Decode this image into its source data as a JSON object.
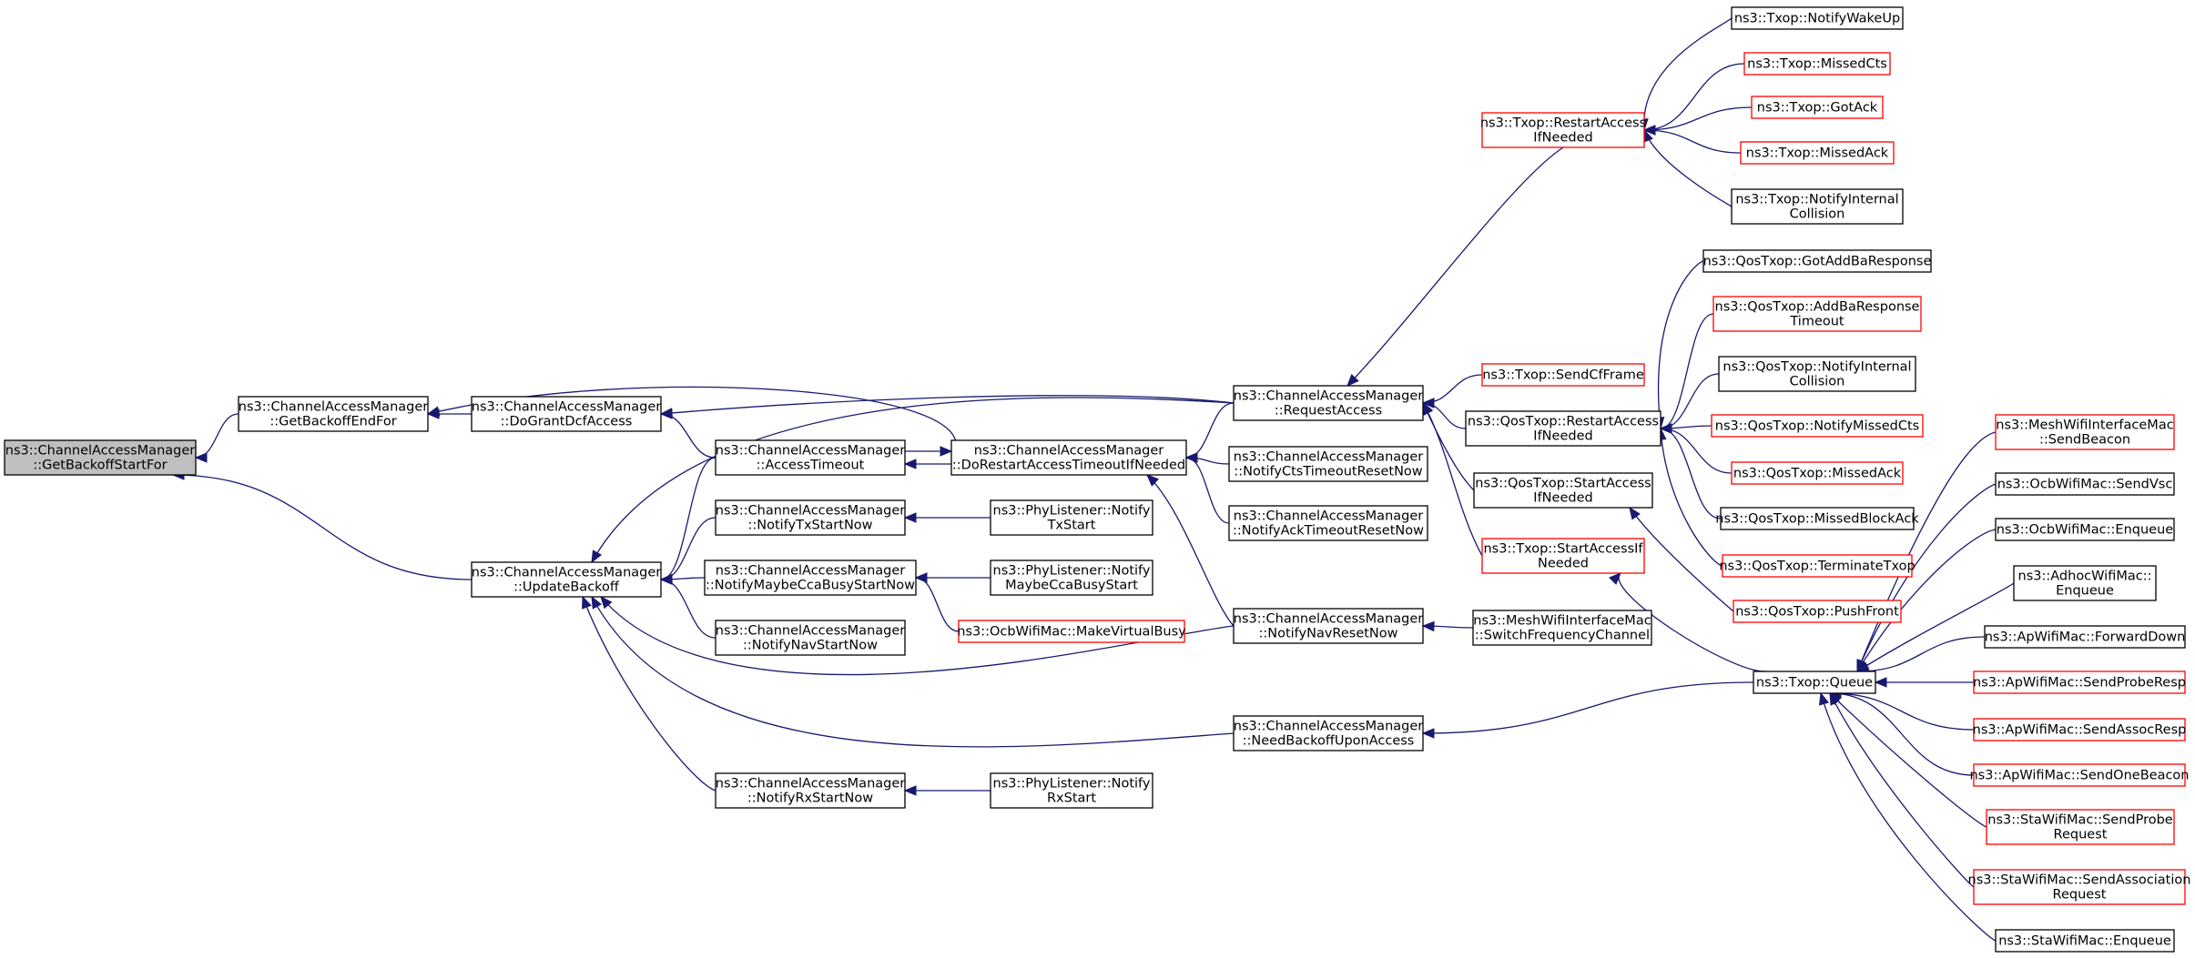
{
  "nodes": [
    {
      "id": "gbsf",
      "lines": [
        "ns3::ChannelAccessManager",
        "::GetBackoffStartFor"
      ],
      "style": "root"
    },
    {
      "id": "gbef",
      "lines": [
        "ns3::ChannelAccessManager",
        "::GetBackoffEndFor"
      ],
      "style": "normal"
    },
    {
      "id": "dgdcf",
      "lines": [
        "ns3::ChannelAccessManager",
        "::DoGrantDcfAccess"
      ],
      "style": "normal"
    },
    {
      "id": "ub",
      "lines": [
        "ns3::ChannelAccessManager",
        "::UpdateBackoff"
      ],
      "style": "normal"
    },
    {
      "id": "at",
      "lines": [
        "ns3::ChannelAccessManager",
        "::AccessTimeout"
      ],
      "style": "normal"
    },
    {
      "id": "ntx",
      "lines": [
        "ns3::ChannelAccessManager",
        "::NotifyTxStartNow"
      ],
      "style": "normal"
    },
    {
      "id": "ncca",
      "lines": [
        "ns3::ChannelAccessManager",
        "::NotifyMaybeCcaBusyStartNow"
      ],
      "style": "normal"
    },
    {
      "id": "nnav",
      "lines": [
        "ns3::ChannelAccessManager",
        "::NotifyNavStartNow"
      ],
      "style": "normal"
    },
    {
      "id": "nrx",
      "lines": [
        "ns3::ChannelAccessManager",
        "::NotifyRxStartNow"
      ],
      "style": "normal"
    },
    {
      "id": "dra",
      "lines": [
        "ns3::ChannelAccessManager",
        "::DoRestartAccessTimeoutIfNeeded"
      ],
      "style": "normal"
    },
    {
      "id": "pltx",
      "lines": [
        "ns3::PhyListener::Notify",
        "TxStart"
      ],
      "style": "normal"
    },
    {
      "id": "plcca",
      "lines": [
        "ns3::PhyListener::Notify",
        "MaybeCcaBusyStart"
      ],
      "style": "normal"
    },
    {
      "id": "ocbmvb",
      "lines": [
        "ns3::OcbWifiMac::MakeVirtualBusy"
      ],
      "style": "red"
    },
    {
      "id": "plrx",
      "lines": [
        "ns3::PhyListener::Notify",
        "RxStart"
      ],
      "style": "normal"
    },
    {
      "id": "ra",
      "lines": [
        "ns3::ChannelAccessManager",
        "::RequestAccess"
      ],
      "style": "normal"
    },
    {
      "id": "ncts",
      "lines": [
        "ns3::ChannelAccessManager",
        "::NotifyCtsTimeoutResetNow"
      ],
      "style": "normal"
    },
    {
      "id": "nack",
      "lines": [
        "ns3::ChannelAccessManager",
        "::NotifyAckTimeoutResetNow"
      ],
      "style": "normal"
    },
    {
      "id": "nnavr",
      "lines": [
        "ns3::ChannelAccessManager",
        "::NotifyNavResetNow"
      ],
      "style": "normal"
    },
    {
      "id": "nbua",
      "lines": [
        "ns3::ChannelAccessManager",
        "::NeedBackoffUponAccess"
      ],
      "style": "normal"
    },
    {
      "id": "tra",
      "lines": [
        "ns3::Txop::RestartAccess",
        "IfNeeded"
      ],
      "style": "red"
    },
    {
      "id": "tscf",
      "lines": [
        "ns3::Txop::SendCfFrame"
      ],
      "style": "red"
    },
    {
      "id": "qra",
      "lines": [
        "ns3::QosTxop::RestartAccess",
        "IfNeeded"
      ],
      "style": "normal"
    },
    {
      "id": "qsa",
      "lines": [
        "ns3::QosTxop::StartAccess",
        "IfNeeded"
      ],
      "style": "normal"
    },
    {
      "id": "tsa",
      "lines": [
        "ns3::Txop::StartAccessIf",
        "Needed"
      ],
      "style": "red"
    },
    {
      "id": "mwsfc",
      "lines": [
        "ns3::MeshWifiInterfaceMac",
        "::SwitchFrequencyChannel"
      ],
      "style": "normal"
    },
    {
      "id": "tq",
      "lines": [
        "ns3::Txop::Queue"
      ],
      "style": "normal"
    },
    {
      "id": "tnwu",
      "lines": [
        "ns3::Txop::NotifyWakeUp"
      ],
      "style": "normal"
    },
    {
      "id": "tmcts",
      "lines": [
        "ns3::Txop::MissedCts"
      ],
      "style": "red"
    },
    {
      "id": "tga",
      "lines": [
        "ns3::Txop::GotAck"
      ],
      "style": "red"
    },
    {
      "id": "tma",
      "lines": [
        "ns3::Txop::MissedAck"
      ],
      "style": "red"
    },
    {
      "id": "tnic",
      "lines": [
        "ns3::Txop::NotifyInternal",
        "Collision"
      ],
      "style": "normal"
    },
    {
      "id": "qgab",
      "lines": [
        "ns3::QosTxop::GotAddBaResponse"
      ],
      "style": "normal"
    },
    {
      "id": "qabt",
      "lines": [
        "ns3::QosTxop::AddBaResponse",
        "Timeout"
      ],
      "style": "red"
    },
    {
      "id": "qnic",
      "lines": [
        "ns3::QosTxop::NotifyInternal",
        "Collision"
      ],
      "style": "normal"
    },
    {
      "id": "qnmc",
      "lines": [
        "ns3::QosTxop::NotifyMissedCts"
      ],
      "style": "red"
    },
    {
      "id": "qma",
      "lines": [
        "ns3::QosTxop::MissedAck"
      ],
      "style": "red"
    },
    {
      "id": "qmba",
      "lines": [
        "ns3::QosTxop::MissedBlockAck"
      ],
      "style": "normal"
    },
    {
      "id": "qtt",
      "lines": [
        "ns3::QosTxop::TerminateTxop"
      ],
      "style": "red"
    },
    {
      "id": "qpf",
      "lines": [
        "ns3::QosTxop::PushFront"
      ],
      "style": "red"
    },
    {
      "id": "mwsb",
      "lines": [
        "ns3::MeshWifiInterfaceMac",
        "::SendBeacon"
      ],
      "style": "red"
    },
    {
      "id": "ocbsv",
      "lines": [
        "ns3::OcbWifiMac::SendVsc"
      ],
      "style": "normal"
    },
    {
      "id": "ocbe",
      "lines": [
        "ns3::OcbWifiMac::Enqueue"
      ],
      "style": "normal"
    },
    {
      "id": "ahe",
      "lines": [
        "ns3::AdhocWifiMac::",
        "Enqueue"
      ],
      "style": "normal"
    },
    {
      "id": "apfd",
      "lines": [
        "ns3::ApWifiMac::ForwardDown"
      ],
      "style": "normal"
    },
    {
      "id": "apspr",
      "lines": [
        "ns3::ApWifiMac::SendProbeResp"
      ],
      "style": "red"
    },
    {
      "id": "apsar",
      "lines": [
        "ns3::ApWifiMac::SendAssocResp"
      ],
      "style": "red"
    },
    {
      "id": "apsob",
      "lines": [
        "ns3::ApWifiMac::SendOneBeacon"
      ],
      "style": "red"
    },
    {
      "id": "staspr",
      "lines": [
        "ns3::StaWifiMac::SendProbe",
        "Request"
      ],
      "style": "red"
    },
    {
      "id": "stasar",
      "lines": [
        "ns3::StaWifiMac::SendAssociation",
        "Request"
      ],
      "style": "red"
    },
    {
      "id": "stae",
      "lines": [
        "ns3::StaWifiMac::Enqueue"
      ],
      "style": "normal"
    }
  ],
  "edges": [
    [
      "gbef",
      "gbsf"
    ],
    [
      "ub",
      "gbsf"
    ],
    [
      "dgdcf",
      "gbef"
    ],
    [
      "dra",
      "gbef"
    ],
    [
      "ra",
      "dgdcf"
    ],
    [
      "at",
      "dgdcf"
    ],
    [
      "ra",
      "ub"
    ],
    [
      "at",
      "ub"
    ],
    [
      "ntx",
      "ub"
    ],
    [
      "ncca",
      "ub"
    ],
    [
      "nnav",
      "ub"
    ],
    [
      "nrx",
      "ub"
    ],
    [
      "nnavr",
      "ub"
    ],
    [
      "nbua",
      "ub"
    ],
    [
      "dra",
      "at"
    ],
    [
      "at",
      "dra"
    ],
    [
      "ra",
      "dra"
    ],
    [
      "ncts",
      "dra"
    ],
    [
      "nack",
      "dra"
    ],
    [
      "nnavr",
      "dra"
    ],
    [
      "pltx",
      "ntx"
    ],
    [
      "plcca",
      "ncca"
    ],
    [
      "ocbmvb",
      "ncca"
    ],
    [
      "plrx",
      "nrx"
    ],
    [
      "tra",
      "ra"
    ],
    [
      "tscf",
      "ra"
    ],
    [
      "qra",
      "ra"
    ],
    [
      "qsa",
      "ra"
    ],
    [
      "tsa",
      "ra"
    ],
    [
      "mwsfc",
      "nnavr"
    ],
    [
      "tq",
      "nbua"
    ],
    [
      "tnwu",
      "tra"
    ],
    [
      "tmcts",
      "tra"
    ],
    [
      "tga",
      "tra"
    ],
    [
      "tma",
      "tra"
    ],
    [
      "tnic",
      "tra"
    ],
    [
      "qgab",
      "qra"
    ],
    [
      "qabt",
      "qra"
    ],
    [
      "qnic",
      "qra"
    ],
    [
      "qnmc",
      "qra"
    ],
    [
      "qma",
      "qra"
    ],
    [
      "qmba",
      "qra"
    ],
    [
      "qtt",
      "qra"
    ],
    [
      "qpf",
      "qsa"
    ],
    [
      "tq",
      "tsa"
    ],
    [
      "mwsb",
      "tq"
    ],
    [
      "ocbsv",
      "tq"
    ],
    [
      "ocbe",
      "tq"
    ],
    [
      "ahe",
      "tq"
    ],
    [
      "apfd",
      "tq"
    ],
    [
      "apspr",
      "tq"
    ],
    [
      "apsar",
      "tq"
    ],
    [
      "apsob",
      "tq"
    ],
    [
      "staspr",
      "tq"
    ],
    [
      "stasar",
      "tq"
    ],
    [
      "stae",
      "tq"
    ]
  ]
}
